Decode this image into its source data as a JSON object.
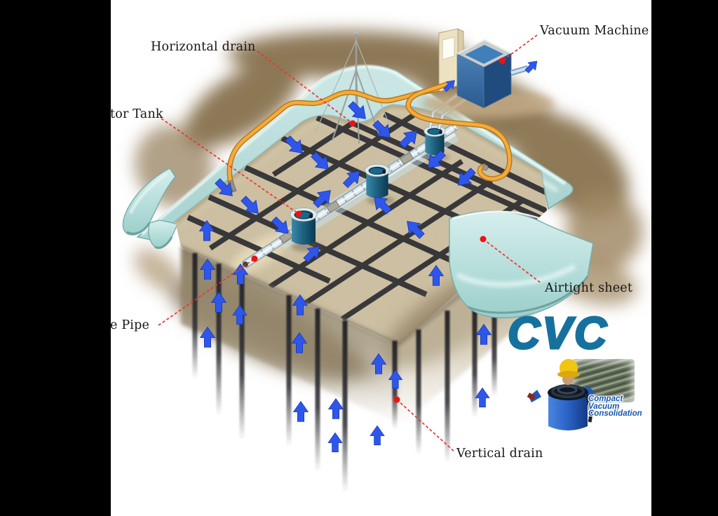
{
  "labels": {
    "horizontal_drain": "Horizontal drain",
    "vacuum_machine": "Vacuum Machine",
    "separator_tank": "tor Tank",
    "pipe": "e Pipe",
    "airtight_sheet": "Airtight sheet",
    "vertical_drain": "Vertical drain"
  },
  "logo": {
    "acronym": "CVC",
    "tagline": [
      "Compact",
      "Vacuum",
      "Consolidation"
    ]
  },
  "colors": {
    "leader_red": "#f02020",
    "arrow_blue": "#2e57ea",
    "sheet_cyan": "#b6dbd9",
    "sand_tan": "#ccbfa2",
    "hose_orange": "#f0a637",
    "logo_teal": "#17719f",
    "tagline_blue": "#1557b2"
  }
}
